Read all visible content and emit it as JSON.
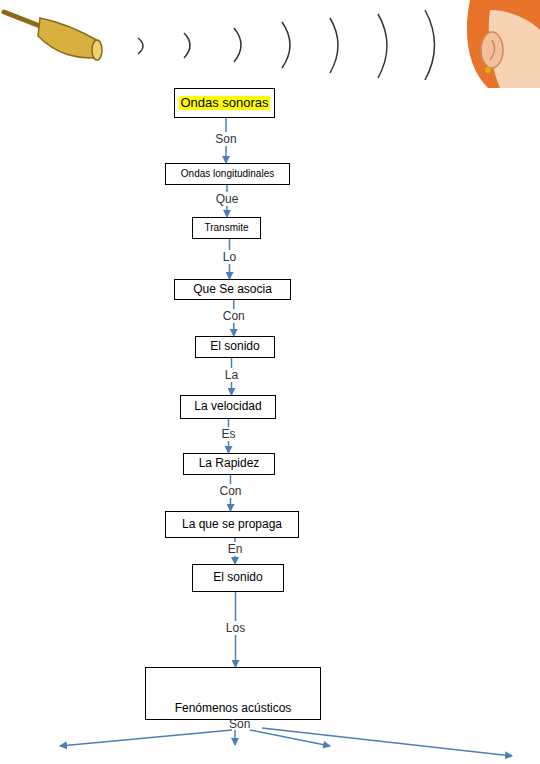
{
  "diagram": {
    "nodes": [
      {
        "text": [
          "Ondas sonoras"
        ]
      },
      {
        "text": [
          "Ondas longitudinales"
        ]
      },
      {
        "text": [
          "Transmite"
        ]
      },
      {
        "text": [
          "Que Se asocia"
        ]
      },
      {
        "text": [
          "El sonido"
        ]
      },
      {
        "text": [
          "La velocidad"
        ]
      },
      {
        "text": [
          "La Rapidez"
        ]
      },
      {
        "text": [
          "La que se propaga"
        ]
      },
      {
        "text": [
          "El sonido"
        ]
      },
      {
        "text": [
          "Fenómenos acústicos"
        ]
      }
    ],
    "edges": [
      {
        "from": 0,
        "to": 1,
        "label": "Son",
        "arrow": "to"
      },
      {
        "from": 1,
        "to": 2,
        "label": "Que",
        "arrow": "to"
      },
      {
        "from": 2,
        "to": 3,
        "label": "Lo",
        "arrow": "to"
      },
      {
        "from": 3,
        "to": 4,
        "label": "Con",
        "arrow": "to"
      },
      {
        "from": 4,
        "to": 5,
        "label": "La",
        "arrow": "to"
      },
      {
        "from": 5,
        "to": 6,
        "label": "Es",
        "arrow": "to"
      },
      {
        "from": 6,
        "to": 7,
        "label": "Con",
        "arrow": "to"
      },
      {
        "from": 7,
        "to": 8,
        "label": "En",
        "arrow": "to"
      },
      {
        "from": 8,
        "to": 9,
        "label": "Los",
        "arrow": "to"
      }
    ],
    "labels": [
      "Son"
    ]
  }
}
